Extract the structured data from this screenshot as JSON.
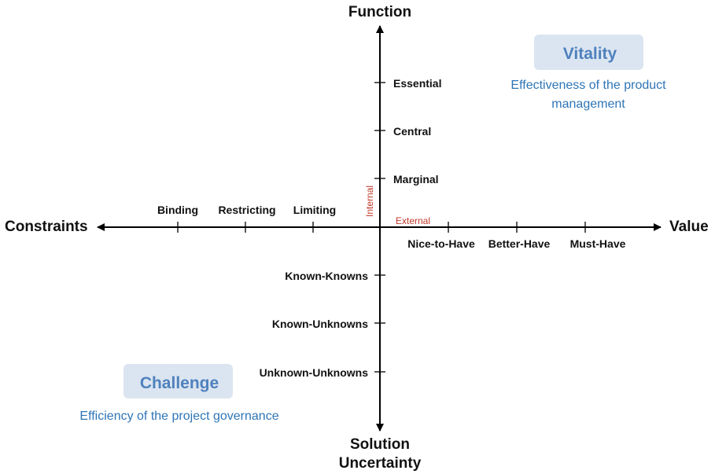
{
  "axes": {
    "up": "Function",
    "down_line1": "Solution",
    "down_line2": "Uncertainty",
    "left": "Constraints",
    "right": "Value"
  },
  "ticks": {
    "function": [
      "Essential",
      "Central",
      "Marginal"
    ],
    "value": [
      "Nice-to-Have",
      "Better-Have",
      "Must-Have"
    ],
    "constraints": [
      "Binding",
      "Restricting",
      "Limiting"
    ],
    "uncertainty": [
      "Known-Knowns",
      "Known-Unknowns",
      "Unknown-Unknowns"
    ]
  },
  "origin_labels": {
    "internal": "Internal",
    "external": "External"
  },
  "quadrants": {
    "vitality": {
      "title": "Vitality",
      "caption_line1": "Effectiveness of the product",
      "caption_line2": "management"
    },
    "challenge": {
      "title": "Challenge",
      "caption": "Efficiency of the project governance"
    }
  },
  "colors": {
    "axis": "#000000",
    "box_fill": "#dbe5f1",
    "box_text": "#4f81bd",
    "caption_text": "#2e75b6",
    "origin_text": "#c0392b"
  }
}
